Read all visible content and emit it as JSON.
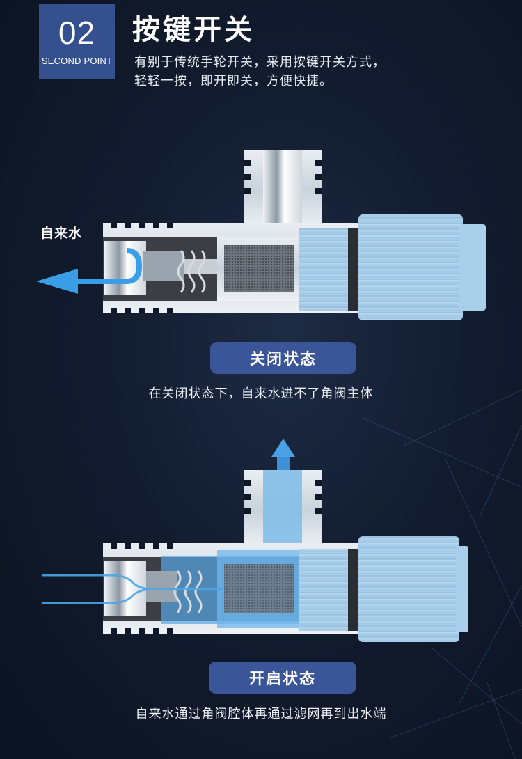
{
  "badge": {
    "number": "02",
    "subtitle": "SECOND POINT"
  },
  "header": {
    "title": "按键开关",
    "description_line1": "有别于传统手轮开关，采用按键开关方式，",
    "description_line2": "轻轻一按，即开即关，方便快捷。"
  },
  "closed_state": {
    "inlet_label": "自来水",
    "pill_label": "关闭状态",
    "caption": "在关闭状态下，自来水进不了角阀主体"
  },
  "open_state": {
    "pill_label": "开启状态",
    "caption": "自来水通过角阀腔体再通过滤网再到出水端"
  },
  "colors": {
    "background": "#121c2e",
    "accent": "#3a5598",
    "knob": "#a9d0ec",
    "flow": "#3a9ee6"
  }
}
